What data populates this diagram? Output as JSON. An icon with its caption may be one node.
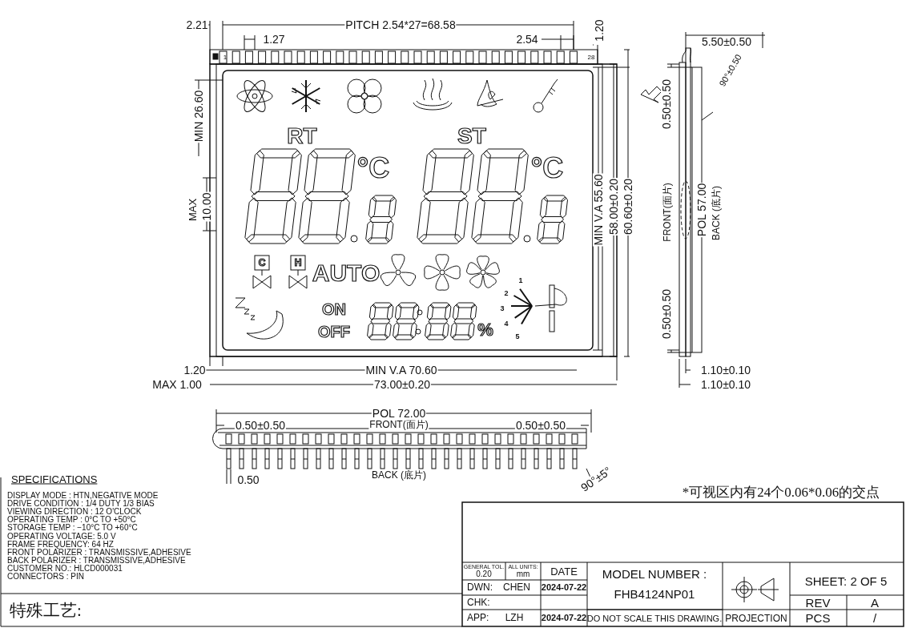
{
  "diagram": {
    "labels": [
      "2.21",
      "PITCH 2.54*27=68.58",
      "1.27",
      "2.54",
      "1.20",
      "1",
      "28",
      "MIN 26.60",
      "MAX",
      "10.00",
      "RT",
      "ST",
      "°C",
      "°C",
      "C",
      "H",
      "AUTO",
      "1",
      "2",
      "3",
      "4",
      "5",
      "ON",
      "OFF",
      "%",
      "MIN V.A 55.60",
      "58.00±0.20",
      "60.60±0.20",
      "5.50±0.50",
      "90°±0.50",
      "0.50±0.50",
      "FRONT(面片)",
      "POL 57.00",
      "BACK (底片)",
      "0.50±0.50",
      "1.20",
      "MIN V.A 70.60",
      "1.10±0.10",
      "MAX 1.00",
      "73.00±0.20",
      "1.10±0.10",
      "POL 72.00",
      "0.50±0.50",
      "FRONT(面片)",
      "0.50±0.50",
      "BACK (底片)",
      "0.50",
      "90°±5°",
      "SPECIFICATIONS",
      "DISPLAY MODE : HTN,NEGATIVE MODE",
      "DRIVE CONDITION : 1/4 DUTY 1/3 BIAS",
      "VIEWING DIRECTION : 12 O'CLOCK",
      "OPERATING TEMP : 0°C TO +50°C",
      "STORAGE TEMP : −10°C TO +60°C",
      "OPERATING VOLTAGE: 5.0 V",
      "FRAME FREQUENCY: 64 HZ",
      "FRONT POLARIZER : TRANSMISSIVE,ADHESIVE",
      "BACK POLARIZER : TRANSMISSIVE,ADHESIVE",
      "CUSTOMER NO.: HLCD000031",
      "CONNECTORS : PIN",
      "*可视区内有24个0.06*0.06的交点",
      "特殊工艺:",
      "GENERAL TOL.",
      "0.20",
      "ALL UNITS:",
      "mm",
      "DATE",
      "MODEL NUMBER :",
      "FHB4124NP01",
      "SHEET: 2 OF 5",
      "DWN:",
      "CHEN",
      "2024-07-22",
      "CHK:",
      "REV",
      "A",
      "APP:",
      "LZH",
      "2024-07-22",
      "DO NOT SCALE THIS DRAWING.",
      "PROJECTION",
      "PCS",
      "/"
    ]
  }
}
